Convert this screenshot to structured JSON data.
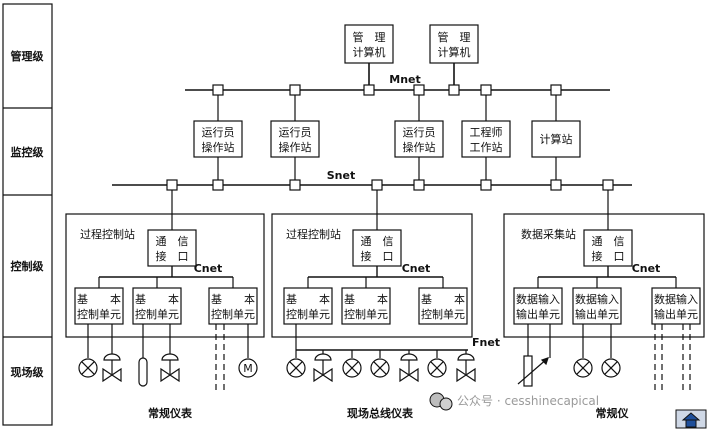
{
  "levels": {
    "management": "管理级",
    "supervisory": "监控级",
    "control": "控制级",
    "field": "现场级"
  },
  "management_computers": [
    {
      "line1": "管　理",
      "line2": "计算机"
    },
    {
      "line1": "管　理",
      "line2": "计算机"
    }
  ],
  "buses": {
    "mnet": "Mnet",
    "snet": "Snet",
    "cnet_1": "Cnet",
    "cnet_2": "Cnet",
    "cnet_3": "Cnet",
    "fnet": "Fnet"
  },
  "supervisory_stations": [
    {
      "line1": "运行员",
      "line2": "操作站"
    },
    {
      "line1": "运行员",
      "line2": "操作站"
    },
    {
      "line1": "运行员",
      "line2": "操作站"
    },
    {
      "line1": "工程师",
      "line2": "工作站"
    },
    {
      "line1": "计算站",
      "line2": ""
    }
  ],
  "stations": [
    {
      "title": "过程控制站",
      "comm_line1": "通　信",
      "comm_line2": "接　口",
      "units": [
        {
          "line1": "基　　本",
          "line2": "控制单元"
        },
        {
          "line1": "基　　本",
          "line2": "控制单元"
        },
        {
          "line1": "基　　本",
          "line2": "控制单元"
        }
      ]
    },
    {
      "title": "过程控制站",
      "comm_line1": "通　信",
      "comm_line2": "接　口",
      "units": [
        {
          "line1": "基　　本",
          "line2": "控制单元"
        },
        {
          "line1": "基　　本",
          "line2": "控制单元"
        },
        {
          "line1": "基　　本",
          "line2": "控制单元"
        }
      ]
    },
    {
      "title": "数据采集站",
      "comm_line1": "通　信",
      "comm_line2": "接　口",
      "units": [
        {
          "line1": "数据输入",
          "line2": "输出单元"
        },
        {
          "line1": "数据输入",
          "line2": "输出单元"
        },
        {
          "line1": "数据输入",
          "line2": "输出单元"
        }
      ]
    }
  ],
  "motor_symbol": "M",
  "captions": {
    "conventional": "常规仪表",
    "fieldbus": "现场总线仪表",
    "conventional_right": "常规仪"
  },
  "watermark": "公众号 · cesshinecapical"
}
